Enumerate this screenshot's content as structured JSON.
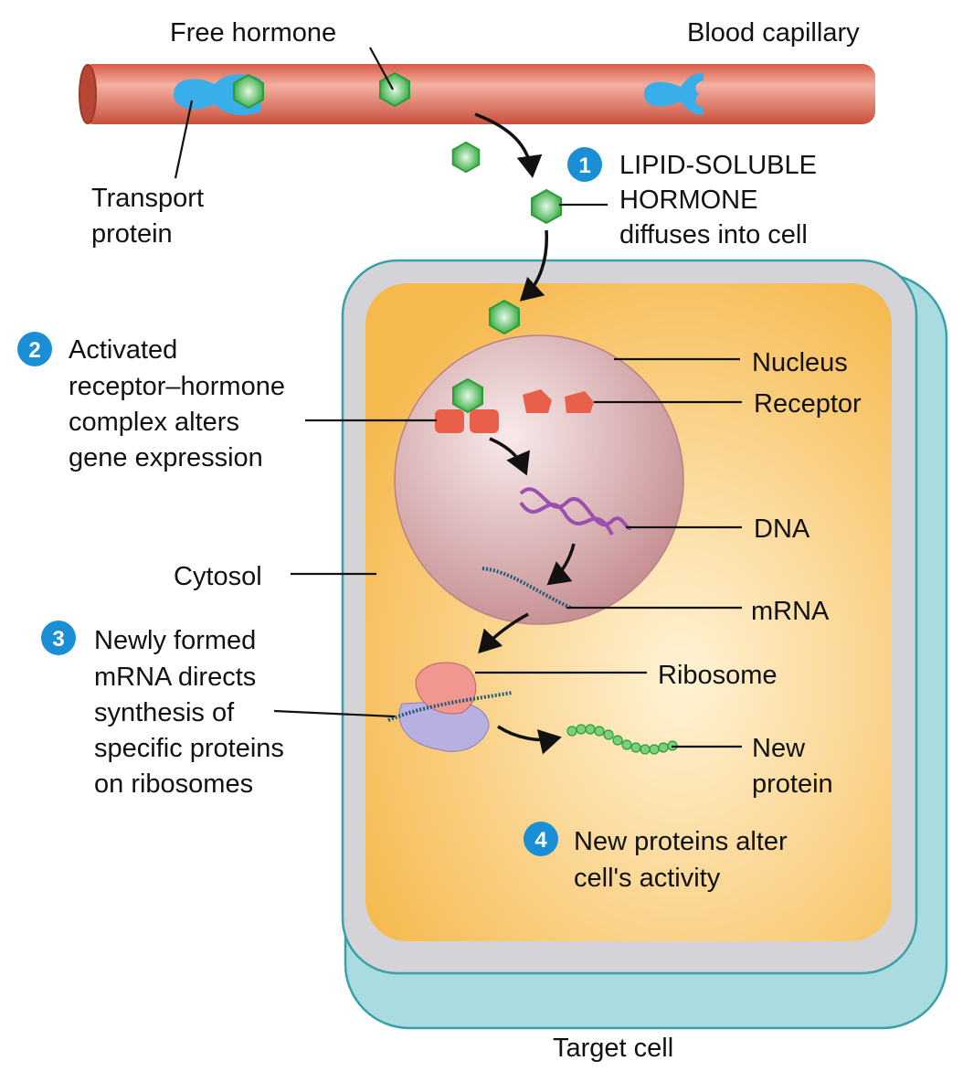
{
  "labels": {
    "free_hormone": "Free hormone",
    "blood_capillary": "Blood capillary",
    "transport_protein": [
      "Transport",
      "protein"
    ],
    "step1": [
      "LIPID-SOLUBLE",
      "HORMONE",
      "diffuses into cell"
    ],
    "step2": [
      "Activated",
      "receptor–hormone",
      "complex alters",
      "gene expression"
    ],
    "nucleus": "Nucleus",
    "receptor": "Receptor",
    "dna": "DNA",
    "cytosol": "Cytosol",
    "mrna": "mRNA",
    "step3": [
      "Newly formed",
      "mRNA directs",
      "synthesis of",
      "specific proteins",
      "on ribosomes"
    ],
    "ribosome": "Ribosome",
    "new_protein": [
      "New",
      "protein"
    ],
    "step4": [
      "New proteins alter",
      "cell's activity"
    ],
    "target_cell": "Target cell"
  },
  "badges": [
    "1",
    "2",
    "3",
    "4"
  ],
  "colors": {
    "badge": "#1b8fd6",
    "vessel": "#e0705a",
    "hormone": "#3db04a",
    "transport_protein": "#3aaee8",
    "cytosol": "#f8c060",
    "nucleus": "#d4a2a4",
    "cell_outer": "#a8dce0",
    "receptor": "#e8604a"
  }
}
